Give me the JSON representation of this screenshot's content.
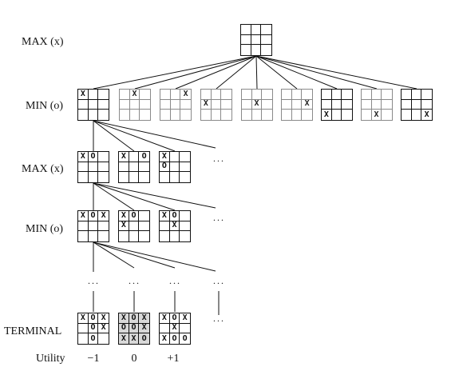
{
  "rows": [
    {
      "label": "MAX (x)"
    },
    {
      "label": "MIN (o)"
    },
    {
      "label": "MAX (x)"
    },
    {
      "label": "MIN (o)"
    },
    {
      "label": "TERMINAL"
    },
    {
      "label": "Utility"
    }
  ],
  "ellipsis": "···",
  "boards": {
    "root": {
      "cells": [
        "",
        "",
        "",
        "",
        "",
        "",
        "",
        "",
        ""
      ],
      "dim": false,
      "shaded": false
    },
    "level1": [
      {
        "cells": [
          "X",
          "",
          "",
          "",
          "",
          "",
          "",
          "",
          ""
        ],
        "dim": false,
        "shaded": false
      },
      {
        "cells": [
          "",
          "X",
          "",
          "",
          "",
          "",
          "",
          "",
          ""
        ],
        "dim": true,
        "shaded": false
      },
      {
        "cells": [
          "",
          "",
          "X",
          "",
          "",
          "",
          "",
          "",
          ""
        ],
        "dim": true,
        "shaded": false
      },
      {
        "cells": [
          "",
          "",
          "",
          "X",
          "",
          "",
          "",
          "",
          ""
        ],
        "dim": true,
        "shaded": false
      },
      {
        "cells": [
          "",
          "",
          "",
          "",
          "X",
          "",
          "",
          "",
          ""
        ],
        "dim": true,
        "shaded": false
      },
      {
        "cells": [
          "",
          "",
          "",
          "",
          "",
          "X",
          "",
          "",
          ""
        ],
        "dim": true,
        "shaded": false
      },
      {
        "cells": [
          "",
          "",
          "",
          "",
          "",
          "",
          "X",
          "",
          ""
        ],
        "dim": false,
        "shaded": false
      },
      {
        "cells": [
          "",
          "",
          "",
          "",
          "",
          "",
          "",
          "X",
          ""
        ],
        "dim": true,
        "shaded": false
      },
      {
        "cells": [
          "",
          "",
          "",
          "",
          "",
          "",
          "",
          "",
          "X"
        ],
        "dim": false,
        "shaded": false
      }
    ],
    "level2": [
      {
        "cells": [
          "X",
          "O",
          "",
          "",
          "",
          "",
          "",
          "",
          ""
        ],
        "dim": false,
        "shaded": false
      },
      {
        "cells": [
          "X",
          "",
          "O",
          "",
          "",
          "",
          "",
          "",
          ""
        ],
        "dim": false,
        "shaded": false
      },
      {
        "cells": [
          "X",
          "",
          "",
          "O",
          "",
          "",
          "",
          "",
          ""
        ],
        "dim": false,
        "shaded": false
      }
    ],
    "level3": [
      {
        "cells": [
          "X",
          "O",
          "X",
          "",
          "",
          "",
          "",
          "",
          ""
        ],
        "dim": false,
        "shaded": false
      },
      {
        "cells": [
          "X",
          "O",
          "",
          "X",
          "",
          "",
          "",
          "",
          ""
        ],
        "dim": false,
        "shaded": false
      },
      {
        "cells": [
          "X",
          "O",
          "",
          "",
          "X",
          "",
          "",
          "",
          ""
        ],
        "dim": false,
        "shaded": false
      }
    ],
    "terminal": [
      {
        "cells": [
          "X",
          "O",
          "X",
          "",
          "O",
          "X",
          "",
          "O",
          ""
        ],
        "dim": false,
        "shaded": false
      },
      {
        "cells": [
          "X",
          "O",
          "X",
          "O",
          "O",
          "X",
          "X",
          "X",
          "O"
        ],
        "dim": false,
        "shaded": true
      },
      {
        "cells": [
          "X",
          "O",
          "X",
          "",
          "X",
          "",
          "X",
          "O",
          "O"
        ],
        "dim": false,
        "shaded": false
      }
    ]
  },
  "utilities": [
    "−1",
    "0",
    "+1"
  ]
}
